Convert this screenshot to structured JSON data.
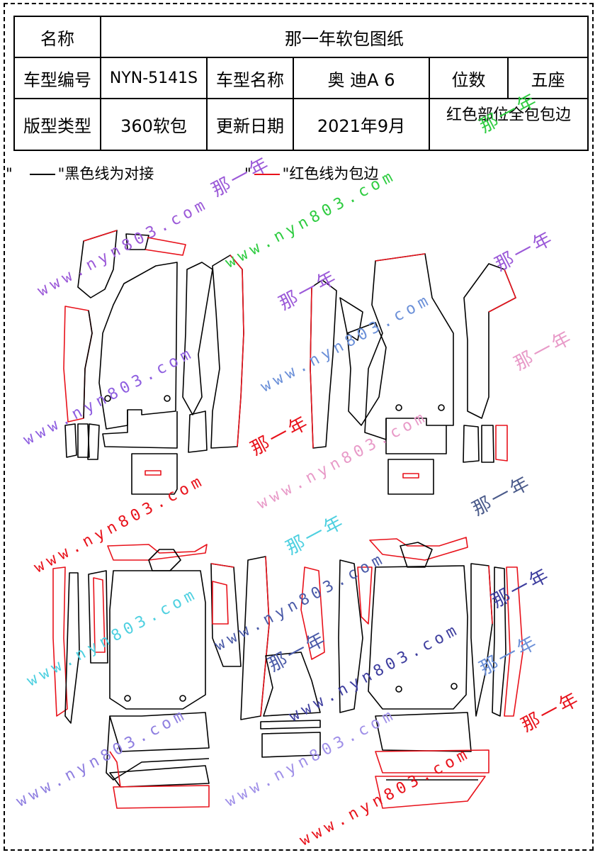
{
  "table": {
    "name_label": "名称",
    "name_value": "那一年软包图纸",
    "model_code_label": "车型编号",
    "model_code_value": "NYN-5141S",
    "model_name_label": "车型名称",
    "model_name_value": "奥 迪A 6",
    "seats_label": "位数",
    "seats_value": "五座",
    "pattern_type_label": "版型类型",
    "pattern_type_value": "360软包",
    "update_label": "更新日期",
    "update_value": "2021年9月",
    "note": "红色部位全包包边"
  },
  "legend": {
    "black_text": "黑色线为对接",
    "red_text": "红色线为包边",
    "black_color": "#000000",
    "red_color": "#e8121b"
  },
  "watermark": {
    "url": "www.nyn803.com",
    "brand": "那一年"
  }
}
